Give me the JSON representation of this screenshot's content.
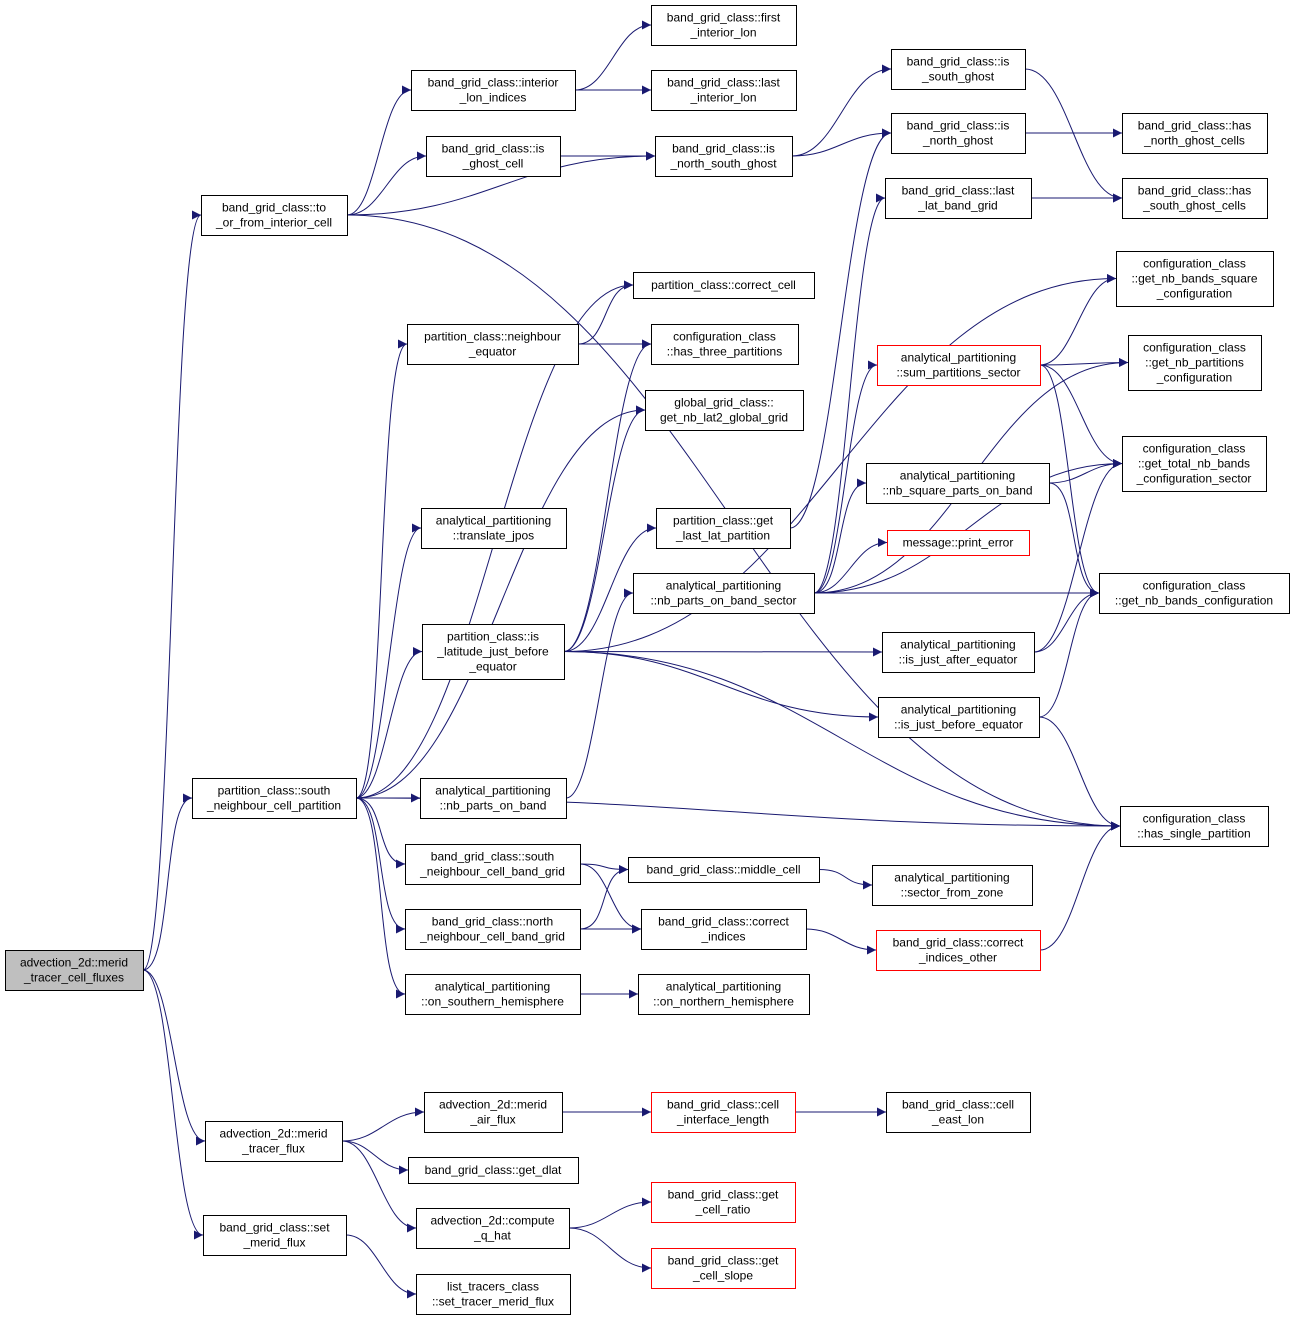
{
  "colors": {
    "edge": "#191970",
    "node_border": "#000000",
    "node_border_truncated": "#ff0000",
    "root_fill": "#bfbfbf",
    "node_fill": "#ffffff"
  },
  "nodes": [
    {
      "id": "root",
      "lines": [
        "advection_2d::merid",
        "_tracer_cell_fluxes"
      ],
      "style": "root"
    },
    {
      "id": "to_or_from",
      "lines": [
        "band_grid_class::to",
        "_or_from_interior_cell"
      ],
      "style": "normal"
    },
    {
      "id": "interior_lon_indices",
      "lines": [
        "band_grid_class::interior",
        "_lon_indices"
      ],
      "style": "normal"
    },
    {
      "id": "first_interior_lon",
      "lines": [
        "band_grid_class::first",
        "_interior_lon"
      ],
      "style": "normal"
    },
    {
      "id": "last_interior_lon",
      "lines": [
        "band_grid_class::last",
        "_interior_lon"
      ],
      "style": "normal"
    },
    {
      "id": "is_ghost_cell",
      "lines": [
        "band_grid_class::is",
        "_ghost_cell"
      ],
      "style": "normal"
    },
    {
      "id": "is_north_south_ghost",
      "lines": [
        "band_grid_class::is",
        "_north_south_ghost"
      ],
      "style": "normal"
    },
    {
      "id": "is_south_ghost",
      "lines": [
        "band_grid_class::is",
        "_south_ghost"
      ],
      "style": "normal"
    },
    {
      "id": "is_north_ghost",
      "lines": [
        "band_grid_class::is",
        "_north_ghost"
      ],
      "style": "normal"
    },
    {
      "id": "has_north_ghost_cells",
      "lines": [
        "band_grid_class::has",
        "_north_ghost_cells"
      ],
      "style": "normal"
    },
    {
      "id": "has_south_ghost_cells",
      "lines": [
        "band_grid_class::has",
        "_south_ghost_cells"
      ],
      "style": "normal"
    },
    {
      "id": "last_lat_band_grid",
      "lines": [
        "band_grid_class::last",
        "_lat_band_grid"
      ],
      "style": "normal"
    },
    {
      "id": "correct_cell",
      "lines": [
        "partition_class::correct_cell"
      ],
      "style": "normal"
    },
    {
      "id": "nb_bands_square",
      "lines": [
        "configuration_class",
        "::get_nb_bands_square",
        "_configuration"
      ],
      "style": "normal"
    },
    {
      "id": "neighbour_equator",
      "lines": [
        "partition_class::neighbour",
        "_equator"
      ],
      "style": "normal"
    },
    {
      "id": "has_three_partitions",
      "lines": [
        "configuration_class",
        "::has_three_partitions"
      ],
      "style": "normal"
    },
    {
      "id": "nb_partitions_conf",
      "lines": [
        "configuration_class",
        "::get_nb_partitions",
        "_configuration"
      ],
      "style": "normal"
    },
    {
      "id": "sum_partitions_sector",
      "lines": [
        "analytical_partitioning",
        "::sum_partitions_sector"
      ],
      "style": "red"
    },
    {
      "id": "nb_lat2_global_grid",
      "lines": [
        "global_grid_class::",
        "get_nb_lat2_global_grid"
      ],
      "style": "normal"
    },
    {
      "id": "total_nb_bands",
      "lines": [
        "configuration_class",
        "::get_total_nb_bands",
        "_configuration_sector"
      ],
      "style": "normal"
    },
    {
      "id": "nb_square_parts",
      "lines": [
        "analytical_partitioning",
        "::nb_square_parts_on_band"
      ],
      "style": "normal"
    },
    {
      "id": "translate_jpos",
      "lines": [
        "analytical_partitioning",
        "::translate_jpos"
      ],
      "style": "normal"
    },
    {
      "id": "get_last_lat_partition",
      "lines": [
        "partition_class::get",
        "_last_lat_partition"
      ],
      "style": "normal"
    },
    {
      "id": "print_error",
      "lines": [
        "message::print_error"
      ],
      "style": "red"
    },
    {
      "id": "nb_parts_on_band_sector",
      "lines": [
        "analytical_partitioning",
        "::nb_parts_on_band_sector"
      ],
      "style": "normal"
    },
    {
      "id": "nb_bands_conf",
      "lines": [
        "configuration_class",
        "::get_nb_bands_configuration"
      ],
      "style": "normal"
    },
    {
      "id": "is_lat_before_eq",
      "lines": [
        "partition_class::is",
        "_latitude_just_before",
        "_equator"
      ],
      "style": "normal"
    },
    {
      "id": "is_just_after_eq",
      "lines": [
        "analytical_partitioning",
        "::is_just_after_equator"
      ],
      "style": "normal"
    },
    {
      "id": "is_just_before_eq",
      "lines": [
        "analytical_partitioning",
        "::is_just_before_equator"
      ],
      "style": "normal"
    },
    {
      "id": "south_neighbour_partition",
      "lines": [
        "partition_class::south",
        "_neighbour_cell_partition"
      ],
      "style": "normal"
    },
    {
      "id": "nb_parts_on_band",
      "lines": [
        "analytical_partitioning",
        "::nb_parts_on_band"
      ],
      "style": "normal"
    },
    {
      "id": "has_single_partition",
      "lines": [
        "configuration_class",
        "::has_single_partition"
      ],
      "style": "normal"
    },
    {
      "id": "south_neighbour_band",
      "lines": [
        "band_grid_class::south",
        "_neighbour_cell_band_grid"
      ],
      "style": "normal"
    },
    {
      "id": "middle_cell",
      "lines": [
        "band_grid_class::middle_cell"
      ],
      "style": "normal"
    },
    {
      "id": "sector_from_zone",
      "lines": [
        "analytical_partitioning",
        "::sector_from_zone"
      ],
      "style": "normal"
    },
    {
      "id": "north_neighbour_band",
      "lines": [
        "band_grid_class::north",
        "_neighbour_cell_band_grid"
      ],
      "style": "normal"
    },
    {
      "id": "correct_indices",
      "lines": [
        "band_grid_class::correct",
        "_indices"
      ],
      "style": "normal"
    },
    {
      "id": "correct_indices_other",
      "lines": [
        "band_grid_class::correct",
        "_indices_other"
      ],
      "style": "red"
    },
    {
      "id": "on_southern",
      "lines": [
        "analytical_partitioning",
        "::on_southern_hemisphere"
      ],
      "style": "normal"
    },
    {
      "id": "on_northern",
      "lines": [
        "analytical_partitioning",
        "::on_northern_hemisphere"
      ],
      "style": "normal"
    },
    {
      "id": "merid_air_flux",
      "lines": [
        "advection_2d::merid",
        "_air_flux"
      ],
      "style": "normal"
    },
    {
      "id": "cell_interface_length",
      "lines": [
        "band_grid_class::cell",
        "_interface_length"
      ],
      "style": "red"
    },
    {
      "id": "cell_east_lon",
      "lines": [
        "band_grid_class::cell",
        "_east_lon"
      ],
      "style": "normal"
    },
    {
      "id": "merid_tracer_flux",
      "lines": [
        "advection_2d::merid",
        "_tracer_flux"
      ],
      "style": "normal"
    },
    {
      "id": "get_dlat",
      "lines": [
        "band_grid_class::get_dlat"
      ],
      "style": "normal"
    },
    {
      "id": "compute_q_hat",
      "lines": [
        "advection_2d::compute",
        "_q_hat"
      ],
      "style": "normal"
    },
    {
      "id": "get_cell_ratio",
      "lines": [
        "band_grid_class::get",
        "_cell_ratio"
      ],
      "style": "red"
    },
    {
      "id": "get_cell_slope",
      "lines": [
        "band_grid_class::get",
        "_cell_slope"
      ],
      "style": "red"
    },
    {
      "id": "set_merid_flux",
      "lines": [
        "band_grid_class::set",
        "_merid_flux"
      ],
      "style": "normal"
    },
    {
      "id": "set_tracer_merid_flux",
      "lines": [
        "list_tracers_class",
        "::set_tracer_merid_flux"
      ],
      "style": "normal"
    }
  ],
  "edges": [
    [
      "root",
      "to_or_from"
    ],
    [
      "root",
      "south_neighbour_partition"
    ],
    [
      "root",
      "merid_tracer_flux"
    ],
    [
      "root",
      "set_merid_flux"
    ],
    [
      "to_or_from",
      "interior_lon_indices"
    ],
    [
      "to_or_from",
      "is_ghost_cell"
    ],
    [
      "to_or_from",
      "is_north_south_ghost"
    ],
    [
      "to_or_from",
      "has_single_partition"
    ],
    [
      "interior_lon_indices",
      "first_interior_lon"
    ],
    [
      "interior_lon_indices",
      "last_interior_lon"
    ],
    [
      "is_ghost_cell",
      "is_north_south_ghost"
    ],
    [
      "is_north_south_ghost",
      "is_south_ghost"
    ],
    [
      "is_north_south_ghost",
      "is_north_ghost"
    ],
    [
      "is_south_ghost",
      "has_south_ghost_cells"
    ],
    [
      "is_north_ghost",
      "has_north_ghost_cells"
    ],
    [
      "last_lat_band_grid",
      "has_south_ghost_cells"
    ],
    [
      "south_neighbour_partition",
      "correct_cell"
    ],
    [
      "south_neighbour_partition",
      "neighbour_equator"
    ],
    [
      "south_neighbour_partition",
      "translate_jpos"
    ],
    [
      "south_neighbour_partition",
      "is_lat_before_eq"
    ],
    [
      "south_neighbour_partition",
      "nb_parts_on_band"
    ],
    [
      "south_neighbour_partition",
      "south_neighbour_band"
    ],
    [
      "south_neighbour_partition",
      "north_neighbour_band"
    ],
    [
      "south_neighbour_partition",
      "on_southern"
    ],
    [
      "south_neighbour_partition",
      "has_single_partition"
    ],
    [
      "south_neighbour_partition",
      "nb_lat2_global_grid"
    ],
    [
      "neighbour_equator",
      "correct_cell"
    ],
    [
      "neighbour_equator",
      "has_three_partitions"
    ],
    [
      "is_lat_before_eq",
      "has_three_partitions"
    ],
    [
      "is_lat_before_eq",
      "nb_lat2_global_grid"
    ],
    [
      "is_lat_before_eq",
      "get_last_lat_partition"
    ],
    [
      "is_lat_before_eq",
      "nb_bands_square"
    ],
    [
      "is_lat_before_eq",
      "is_just_after_eq"
    ],
    [
      "is_lat_before_eq",
      "is_just_before_eq"
    ],
    [
      "is_lat_before_eq",
      "has_single_partition"
    ],
    [
      "get_last_lat_partition",
      "is_north_ghost"
    ],
    [
      "nb_parts_on_band",
      "nb_parts_on_band_sector"
    ],
    [
      "nb_parts_on_band_sector",
      "last_lat_band_grid"
    ],
    [
      "nb_parts_on_band_sector",
      "nb_partitions_conf"
    ],
    [
      "nb_parts_on_band_sector",
      "sum_partitions_sector"
    ],
    [
      "nb_parts_on_band_sector",
      "total_nb_bands"
    ],
    [
      "nb_parts_on_band_sector",
      "nb_square_parts"
    ],
    [
      "nb_parts_on_band_sector",
      "print_error"
    ],
    [
      "nb_parts_on_band_sector",
      "nb_bands_conf"
    ],
    [
      "sum_partitions_sector",
      "nb_bands_square"
    ],
    [
      "sum_partitions_sector",
      "nb_partitions_conf"
    ],
    [
      "sum_partitions_sector",
      "total_nb_bands"
    ],
    [
      "sum_partitions_sector",
      "nb_bands_conf"
    ],
    [
      "nb_square_parts",
      "total_nb_bands"
    ],
    [
      "nb_square_parts",
      "nb_bands_conf"
    ],
    [
      "is_just_after_eq",
      "total_nb_bands"
    ],
    [
      "is_just_after_eq",
      "nb_bands_conf"
    ],
    [
      "is_just_before_eq",
      "nb_bands_conf"
    ],
    [
      "is_just_before_eq",
      "has_single_partition"
    ],
    [
      "south_neighbour_band",
      "middle_cell"
    ],
    [
      "south_neighbour_band",
      "correct_indices"
    ],
    [
      "north_neighbour_band",
      "middle_cell"
    ],
    [
      "north_neighbour_band",
      "correct_indices"
    ],
    [
      "middle_cell",
      "sector_from_zone"
    ],
    [
      "correct_indices",
      "correct_indices_other"
    ],
    [
      "correct_indices_other",
      "has_single_partition"
    ],
    [
      "on_southern",
      "on_northern"
    ],
    [
      "merid_tracer_flux",
      "merid_air_flux"
    ],
    [
      "merid_tracer_flux",
      "get_dlat"
    ],
    [
      "merid_tracer_flux",
      "compute_q_hat"
    ],
    [
      "merid_air_flux",
      "cell_interface_length"
    ],
    [
      "cell_interface_length",
      "cell_east_lon"
    ],
    [
      "compute_q_hat",
      "get_cell_ratio"
    ],
    [
      "compute_q_hat",
      "get_cell_slope"
    ],
    [
      "set_merid_flux",
      "set_tracer_merid_flux"
    ]
  ]
}
